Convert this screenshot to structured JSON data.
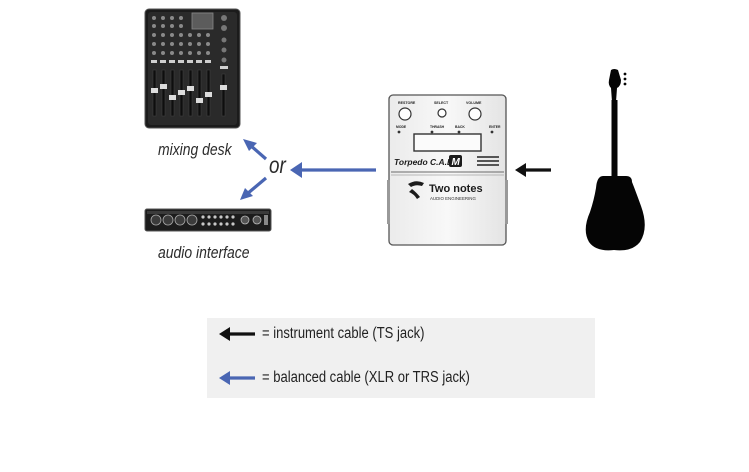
{
  "labels": {
    "mixing_desk": "mixing desk",
    "audio_interface": "audio interface",
    "or": "or"
  },
  "torpedo": {
    "knob_left": "RESTORE",
    "knob_center": "SELECT",
    "knob_right": "VOLUME",
    "button_left": "MODE",
    "button_mid1": "THRASH",
    "button_mid2": "BACK",
    "button_right": "ENTER",
    "product_name": "Torpedo C.A.B.",
    "product_badge": "M",
    "brand": "Two notes",
    "brand_sub": "AUDIO ENGINEERING"
  },
  "legend": {
    "instrument_cable": "= instrument cable (TS jack)",
    "balanced_cable": "= balanced cable (XLR or TRS jack)"
  },
  "colors": {
    "instrument_arrow": "#111111",
    "balanced_arrow": "#4a66b3",
    "legend_bg": "#f0f0f0",
    "device_dark": "#1c1c1c"
  },
  "icons": {
    "guitar": "guitar-icon",
    "mixer": "mixing-desk-icon",
    "interface": "audio-interface-icon",
    "pedal": "torpedo-cab-icon"
  }
}
